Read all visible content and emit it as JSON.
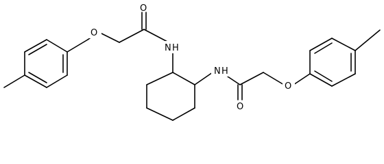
{
  "molecule": {
    "atoms": {
      "o_carbonyl_left": "O",
      "o_ether_left": "O",
      "nh_left": "N",
      "nh_left_h": "H",
      "nh_right": "N",
      "nh_right_h": "H",
      "o_carbonyl_right": "O",
      "o_ether_right": "O"
    }
  }
}
